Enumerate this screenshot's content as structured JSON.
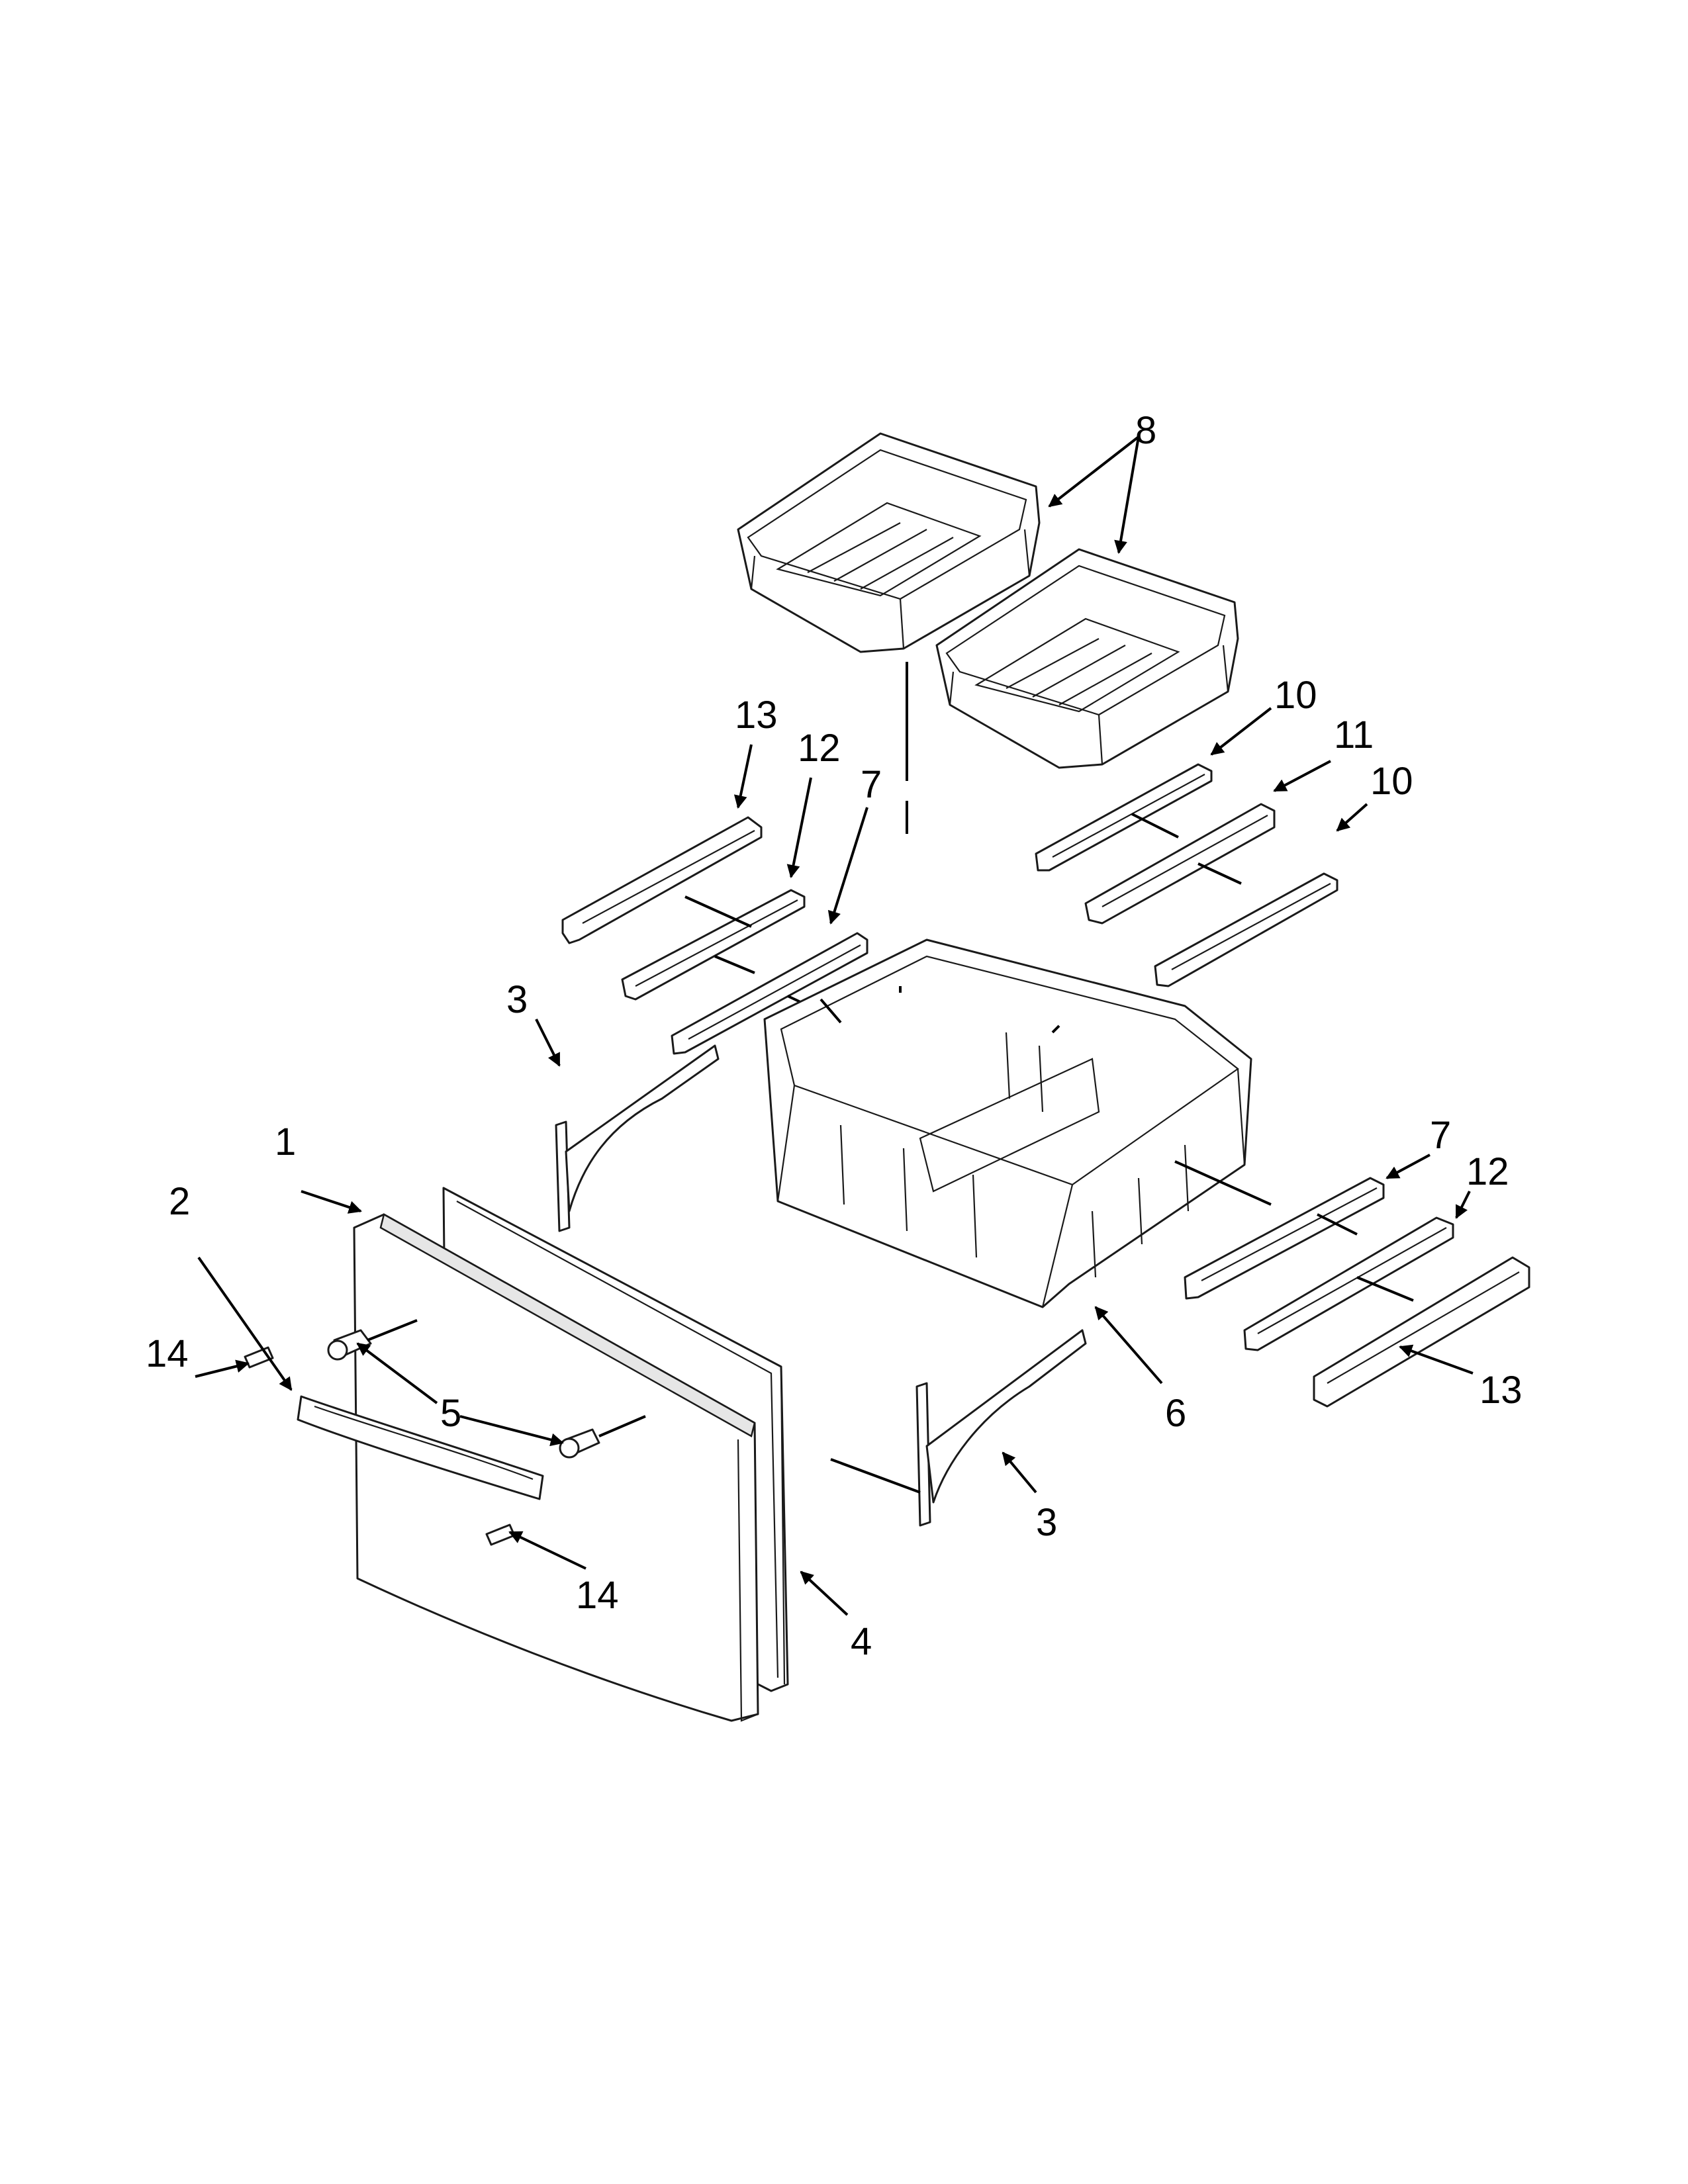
{
  "colors": {
    "line": "#1a1a1a",
    "background": "#ffffff"
  },
  "callouts": {
    "c1": "1",
    "c2": "2",
    "c3a": "3",
    "c3b": "3",
    "c4": "4",
    "c5": "5",
    "c6": "6",
    "c7a": "7",
    "c7b": "7",
    "c8": "8",
    "c10a": "10",
    "c10b": "10",
    "c11": "11",
    "c12a": "12",
    "c12b": "12",
    "c13a": "13",
    "c13b": "13",
    "c14a": "14",
    "c14b": "14"
  }
}
